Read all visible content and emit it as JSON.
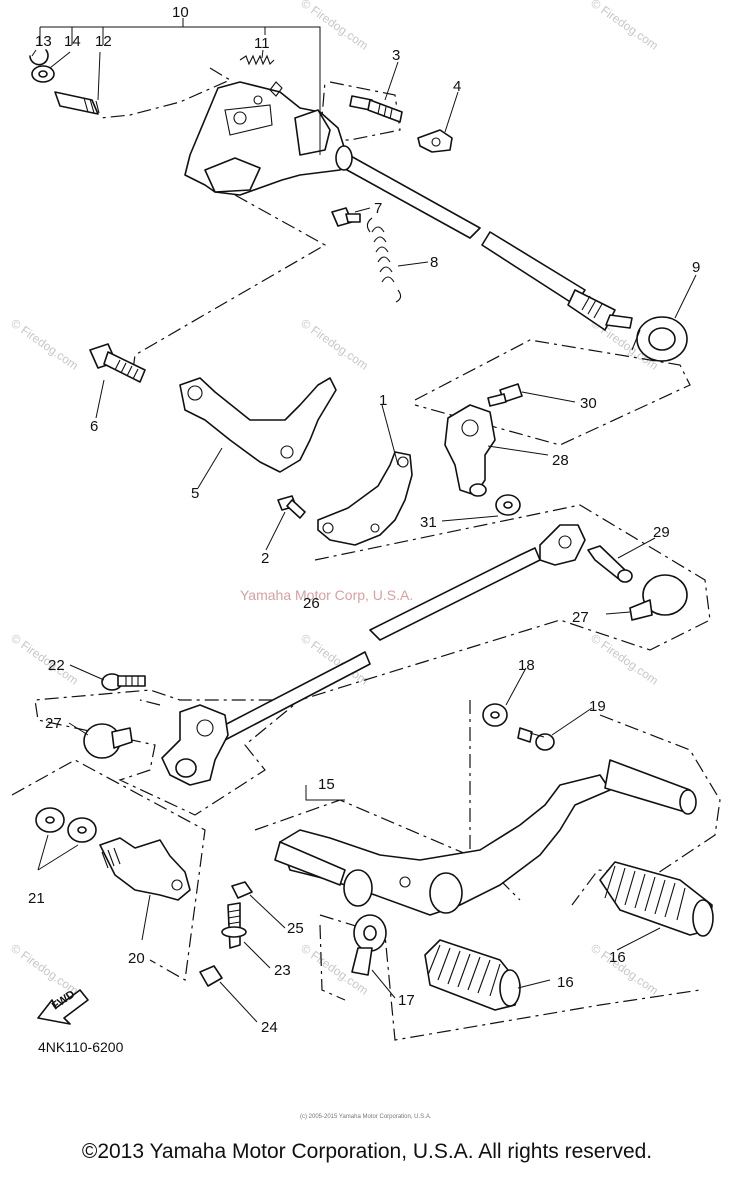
{
  "diagram": {
    "callouts": [
      "1",
      "2",
      "3",
      "4",
      "5",
      "6",
      "7",
      "8",
      "9",
      "10",
      "11",
      "12",
      "13",
      "14",
      "15",
      "16",
      "16",
      "17",
      "18",
      "19",
      "20",
      "21",
      "22",
      "23",
      "24",
      "25",
      "26",
      "27",
      "27",
      "28",
      "29",
      "30",
      "31"
    ],
    "part_code": "4NK110-6200",
    "fwd_label": "FWD",
    "watermarks": {
      "firedog": "© Firedog.com",
      "yamaha_center": "Yamaha Motor Corp, U.S.A.",
      "small_copyright": "(c) 2005-2015 Yamaha Motor Corporation, U.S.A."
    }
  },
  "footer": {
    "copyright": "©2013 Yamaha Motor Corporation, U.S.A. All rights reserved."
  }
}
